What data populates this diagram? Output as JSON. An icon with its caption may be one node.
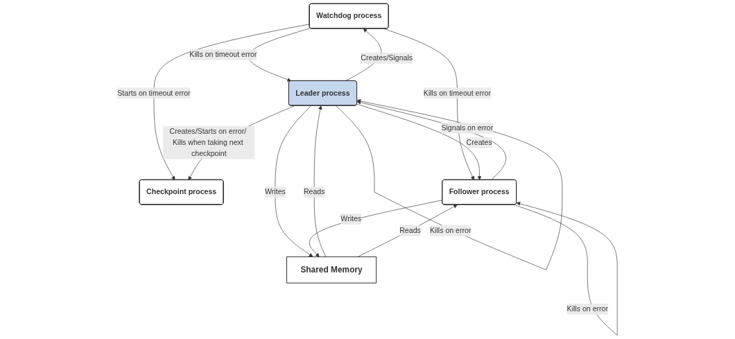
{
  "diagram": {
    "nodes": [
      {
        "text": [
          "Checkpoint process"
        ]
      },
      {
        "text": [
          "Watchdog process"
        ]
      },
      {
        "text": [
          "Leader process"
        ]
      },
      {
        "text": [
          "Follower process"
        ]
      },
      {
        "text": [
          "Shared Memory"
        ]
      }
    ],
    "edges": [
      {
        "from": 1,
        "to": 0,
        "arrow": "to",
        "label": "Starts on timeout error"
      },
      {
        "from": 2,
        "to": 0,
        "arrow": "to",
        "label": "Creates/Starts on error/ Kills when taking next checkpoint"
      },
      {
        "from": 1,
        "to": 2,
        "arrow": "to",
        "label": "Kills on timeout error"
      },
      {
        "from": 2,
        "to": 1,
        "arrow": "to",
        "label": "Creates/Signals"
      },
      {
        "from": 1,
        "to": 3,
        "arrow": "to",
        "label": "Kills on timeout error"
      },
      {
        "from": 2,
        "to": 3,
        "arrow": "to",
        "label": "Creates"
      },
      {
        "from": 3,
        "to": 2,
        "arrow": "to",
        "label": "Signals on error"
      },
      {
        "from": 2,
        "to": 2,
        "arrow": "to",
        "label": "Kills on error"
      },
      {
        "from": 3,
        "to": 3,
        "arrow": "to",
        "label": "Kills on error"
      },
      {
        "from": 2,
        "to": 4,
        "arrow": "to",
        "label": "Writes"
      },
      {
        "from": 4,
        "to": 2,
        "arrow": "to",
        "label": "Reads"
      },
      {
        "from": 3,
        "to": 4,
        "arrow": "to",
        "label": "Writes"
      },
      {
        "from": 4,
        "to": 3,
        "arrow": "to",
        "label": "Reads"
      }
    ]
  }
}
